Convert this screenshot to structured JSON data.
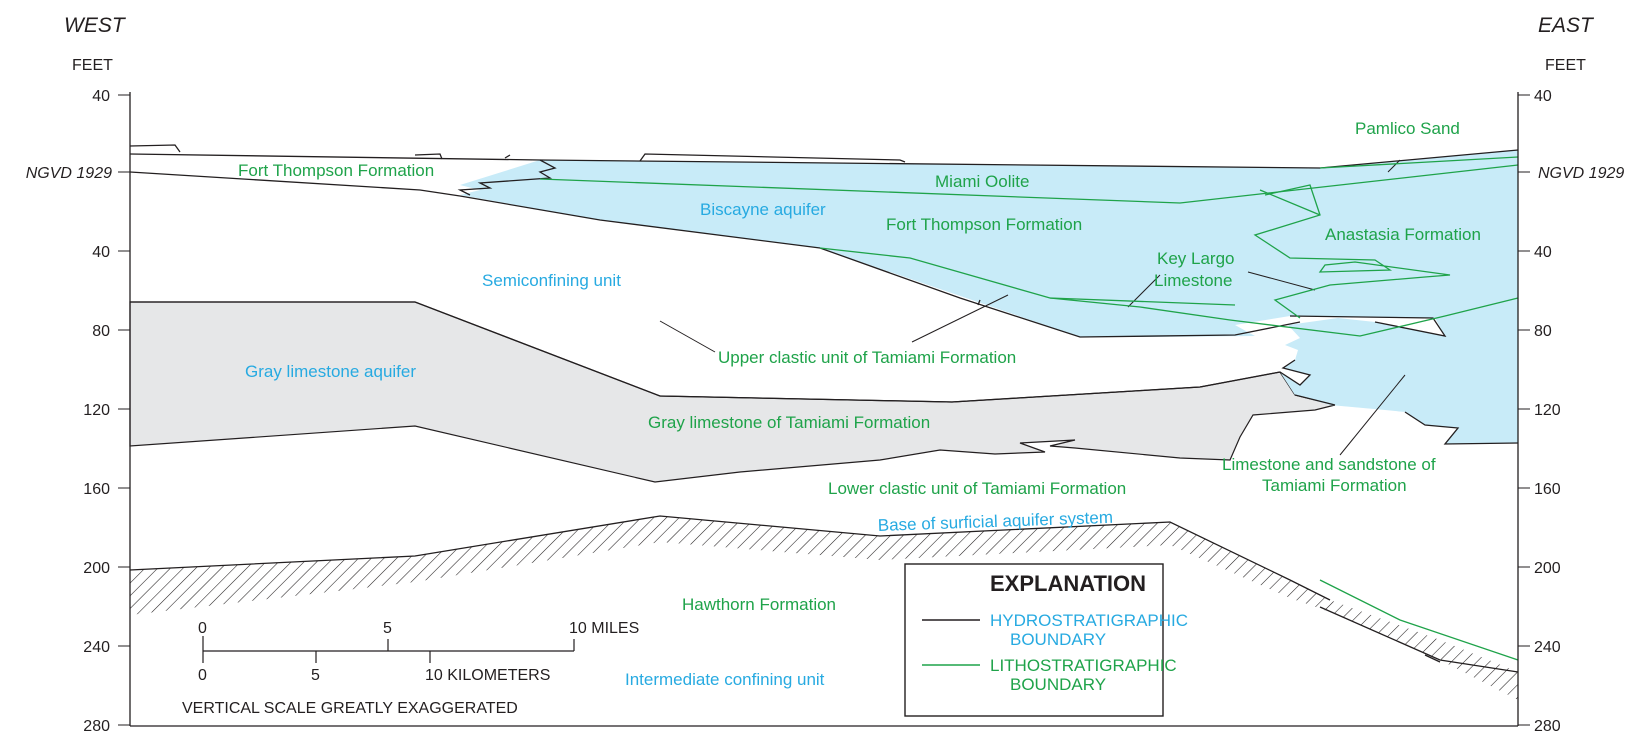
{
  "header": {
    "west": "WEST",
    "east": "EAST",
    "units_left": "FEET",
    "units_right": "FEET"
  },
  "axis": {
    "datum": "NGVD 1929",
    "ticks": [
      "40",
      "NGVD 1929",
      "40",
      "80",
      "120",
      "160",
      "200",
      "240",
      "280"
    ]
  },
  "labels": {
    "fort_thompson_west": "Fort Thompson Formation",
    "miami_oolite": "Miami Oolite",
    "pamlico_sand": "Pamlico Sand",
    "biscayne_aquifer": "Biscayne aquifer",
    "fort_thompson_mid": "Fort Thompson Formation",
    "anastasia": "Anastasia Formation",
    "key_largo_1": "Key Largo",
    "key_largo_2": "Limestone",
    "semiconfining": "Semiconfining unit",
    "upper_clastic": "Upper clastic unit of Tamiami Formation",
    "gray_aquifer": "Gray limestone aquifer",
    "gray_limestone": "Gray limestone of Tamiami Formation",
    "ls_sandstone_1": "Limestone and sandstone of",
    "ls_sandstone_2": "Tamiami Formation",
    "lower_clastic": "Lower clastic unit of Tamiami Formation",
    "base_surficial": "Base of surficial aquifer system",
    "hawthorn": "Hawthorn Formation",
    "intermediate": "Intermediate confining unit"
  },
  "scale": {
    "miles_ticks": [
      "0",
      "5",
      "10 MILES"
    ],
    "km_ticks": [
      "0",
      "5",
      "10 KILOMETERS"
    ],
    "vertical_note": "VERTICAL SCALE GREATLY EXAGGERATED"
  },
  "explanation": {
    "title": "EXPLANATION",
    "hydro_1": "HYDROSTRATIGRAPHIC",
    "hydro_2": "BOUNDARY",
    "litho_1": "LITHOSTRATIGRAPHIC",
    "litho_2": "BOUNDARY"
  },
  "colors": {
    "biscayne_fill": "#c8ebf8",
    "gray_fill": "#e6e7e8",
    "hydro_line": "#231f20",
    "litho_line": "#1fa34a",
    "aquifer_text": "#27aae1",
    "formation_text": "#1fa34a"
  }
}
